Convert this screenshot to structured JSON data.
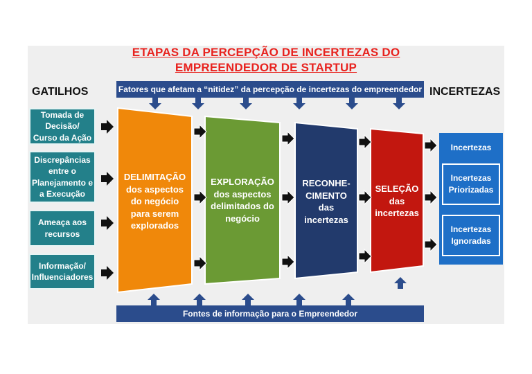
{
  "title": {
    "line1": "ETAPAS DA PERCEPÇÃO DE INCERTEZAS DO",
    "line2": "EMPREENDEDOR DE STARTUP"
  },
  "headings": {
    "left": "GATILHOS",
    "right": "INCERTEZAS"
  },
  "top_bar": "Fatores que afetam a “nitidez” da percepção de incertezas do empreendedor",
  "bottom_bar": "Fontes de informação para o Empreendedor",
  "triggers": [
    [
      "Tomada de",
      "Decisão/",
      "Curso da Ação"
    ],
    [
      "Discrepâncias",
      "entre o",
      "Planejamento e",
      "a Execução"
    ],
    [
      "Ameaça aos",
      "recursos"
    ],
    [
      "Informação/",
      "Influenciadores"
    ]
  ],
  "stages": [
    {
      "title": "DELIMITAÇÃO",
      "lines": [
        "dos aspectos",
        "do negócio",
        "para serem",
        "explorados"
      ],
      "color": "#f0880a"
    },
    {
      "title": "EXPLORAÇÃO",
      "lines": [
        "dos aspectos",
        "delimitados do",
        "negócio"
      ],
      "color": "#6b9a34"
    },
    {
      "title": "RECONHE-",
      "title2": "CIMENTO",
      "lines": [
        "das",
        "incertezas"
      ],
      "color": "#223a6c"
    },
    {
      "title": "SELEÇÃO",
      "lines": [
        "das",
        "incertezas"
      ],
      "color": "#c2170f"
    }
  ],
  "outputs": [
    [
      "Incertezas"
    ],
    [
      "Incertezas",
      "Priorizadas"
    ],
    [
      "Incertezas",
      "Ignoradas"
    ]
  ],
  "colors": {
    "title": "#e8231f",
    "bar": "#2b4c8c",
    "trigger": "#23808a",
    "output": "#1e6fc7",
    "arrow_dark": "#111111"
  }
}
